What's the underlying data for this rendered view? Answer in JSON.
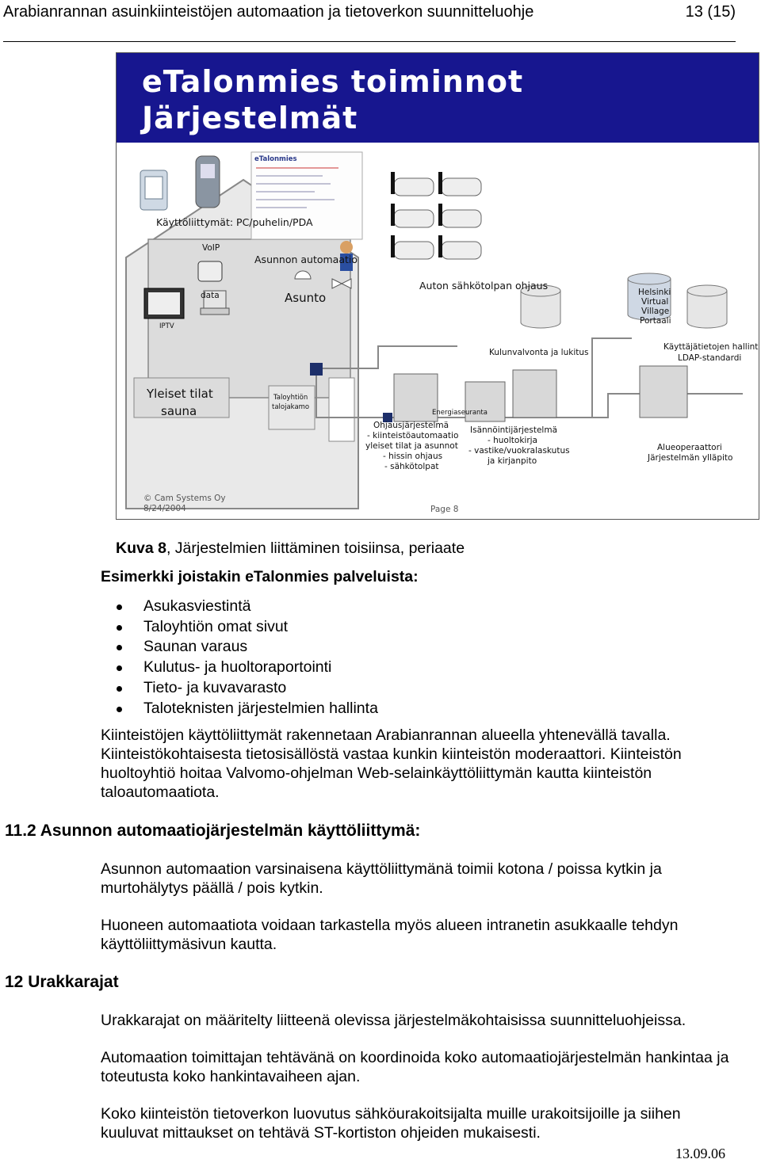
{
  "header": {
    "title": "Arabianrannan asuinkiinteistöjen automaation ja tietoverkon suunnitteluohje",
    "page": "13 (15)"
  },
  "figure": {
    "banner_line1": "eTalonmies toiminnot",
    "banner_line2": "Järjestelmät",
    "labels": {
      "ui": "Käyttöliittymät: PC/puhelin/PDA",
      "voip": "VoIP",
      "home_auto": "Asunnon automaatio",
      "data": "data",
      "iptv": "IPTV",
      "apartment": "Asunto",
      "car": "Auton sähkötolpan ohjaus",
      "helsinki1": "Helsinki",
      "helsinki2": "Virtual",
      "helsinki3": "Village",
      "helsinki4": "Portaali",
      "access": "Kulunvalvonta ja lukitus",
      "users1": "Käyttäjätietojen hallinta",
      "users2": "LDAP-standardi",
      "common1": "Yleiset tilat",
      "common2": "sauna",
      "hw1": "Taloyhtiön",
      "hw2": "talojakamo",
      "energy": "Energiaseuranta",
      "control": [
        "Ohjausjärjestelmä",
        "- kiinteistöautomaatio",
        "yleiset tilat ja asunnot",
        "- hissin ohjaus",
        "- sähkötolpat"
      ],
      "manager": [
        "Isännöintijärjestelmä",
        "- huoltokirja",
        "- vastike/vuokralaskutus",
        "ja kirjanpito"
      ],
      "operator": [
        "Alueoperaattori",
        "Järjestelmän ylläpito"
      ],
      "copyright": "© Cam Systems Oy",
      "date": "8/24/2004",
      "page": "Page 8",
      "screen_title": "eTalonmies"
    }
  },
  "caption": {
    "bold": "Kuva 8",
    "rest": ", Järjestelmien liittäminen toisiinsa, periaate"
  },
  "examples_heading": "Esimerkki joistakin eTalonmies palveluista:",
  "services": [
    "Asukasviestintä",
    "Taloyhtiön omat sivut",
    "Saunan varaus",
    "Kulutus- ja huoltoraportointi",
    "Tieto- ja kuvavarasto",
    "Taloteknisten järjestelmien hallinta"
  ],
  "para1": "Kiinteistöjen käyttöliittymät rakennetaan Arabianrannan alueella yhtenevällä tavalla. Kiinteistökohtaisesta tietosisällöstä vastaa kunkin kiinteistön moderaattori. Kiinteistön huoltoyhtiö hoitaa Valvomo-ohjelman Web-selainkäyttöliittymän kautta kiinteistön taloautomaatiota.",
  "section_11_2": "11.2 Asunnon automaatiojärjestelmän käyttöliittymä:",
  "para2": "Asunnon automaation varsinaisena käyttöliittymänä toimii kotona / poissa kytkin ja murtohälytys päällä / pois kytkin.",
  "para3": "Huoneen automaatiota voidaan tarkastella myös alueen intranetin asukkaalle tehdyn käyttöliittymäsivun kautta.",
  "section_12": "12  Urakkarajat",
  "para4": "Urakkarajat on määritelty liitteenä olevissa järjestelmäkohtaisissa suunnitteluohjeissa.",
  "para5": "Automaation toimittajan tehtävänä on koordinoida koko automaatiojärjestelmän hankintaa ja toteutusta koko hankintavaiheen ajan.",
  "para6": "Koko kiinteistön tietoverkon luovutus sähköurakoitsijalta muille urakoitsijoille ja siihen kuuluvat mittaukset on tehtävä ST-kortiston ohjeiden mukaisesti.",
  "footer_date": "13.09.06"
}
